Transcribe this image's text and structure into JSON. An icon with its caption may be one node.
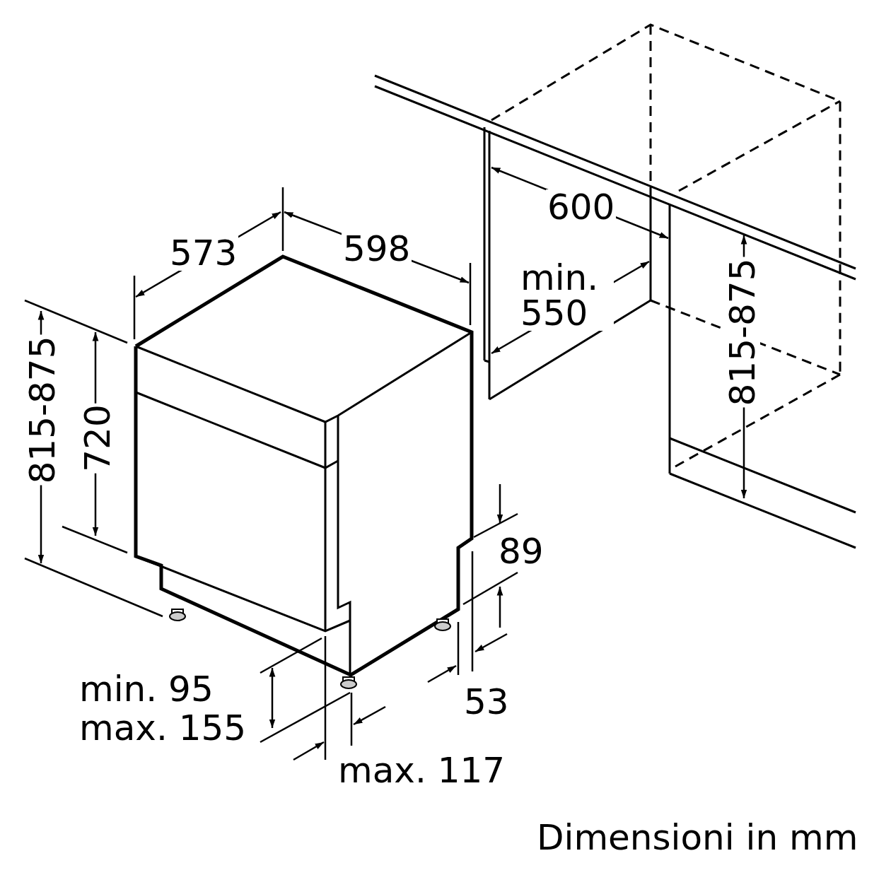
{
  "diagram": {
    "labels": [
      "573",
      "598",
      "600",
      "min. 550",
      "815-875",
      "720",
      "815-875",
      "89",
      "53",
      "min. 95",
      "max. 155",
      "max. 117",
      "Dimensioni in mm"
    ]
  }
}
